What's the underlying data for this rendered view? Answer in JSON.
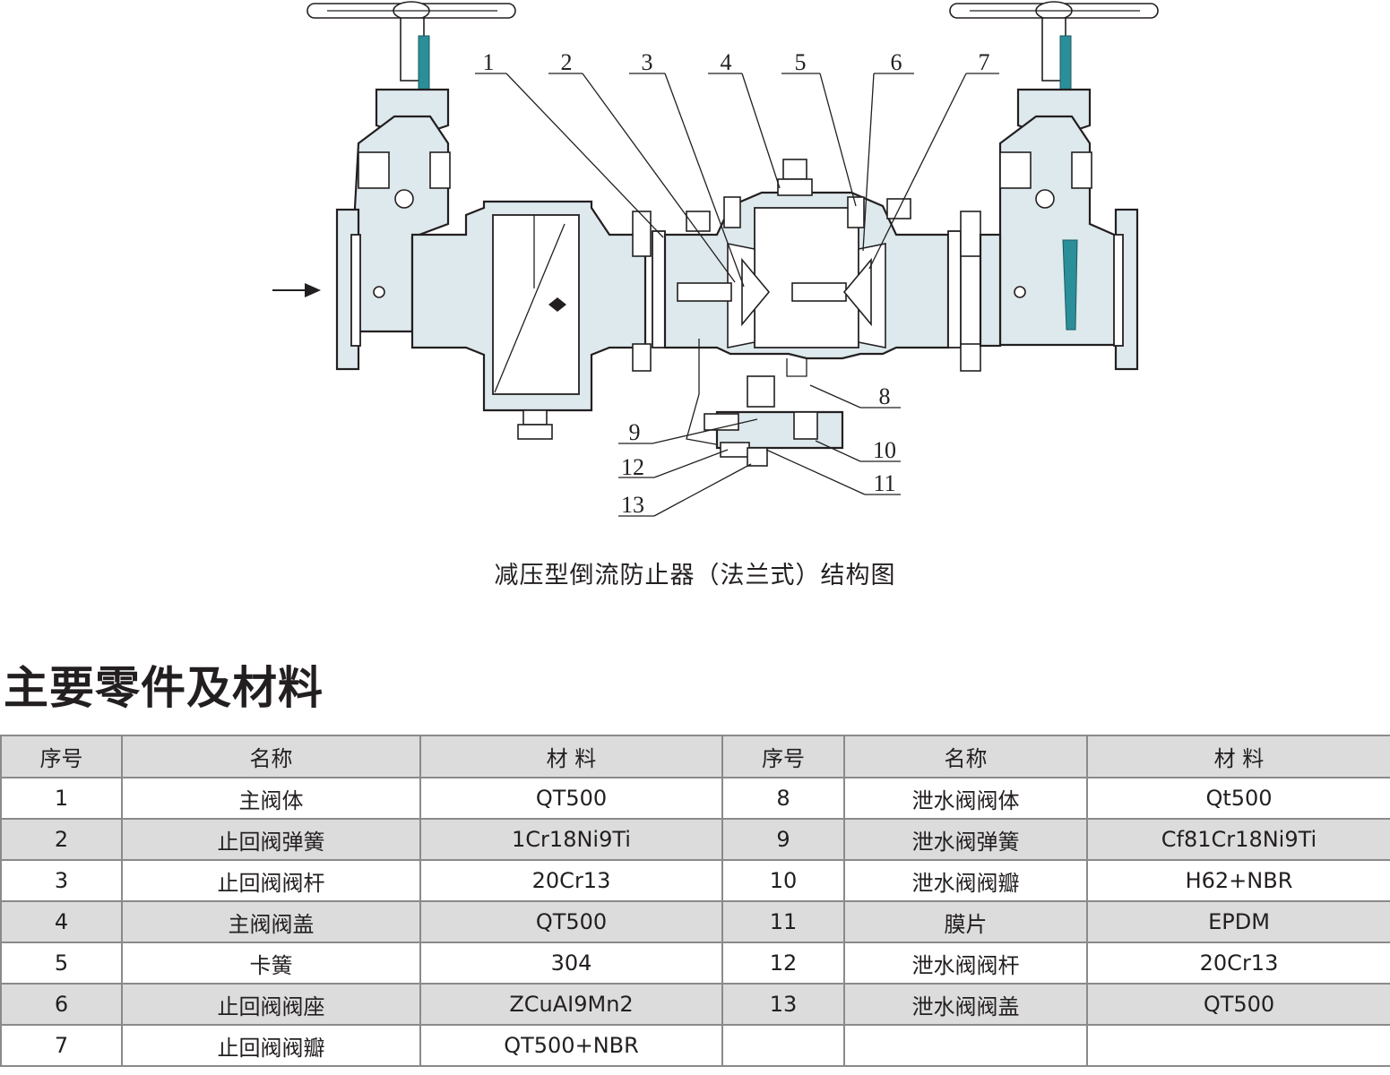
{
  "diagram": {
    "labels": [
      "1",
      "2",
      "3",
      "4",
      "5",
      "6",
      "7",
      "8",
      "9",
      "10",
      "11",
      "12",
      "13"
    ]
  },
  "caption": "减压型倒流防止器（法兰式）结构图",
  "heading": "主要零件及材料",
  "table": {
    "headers": [
      "序号",
      "名称",
      "材 料",
      "序号",
      "名称",
      "材 料"
    ],
    "rows": [
      [
        "1",
        "主阀体",
        "QT500",
        "8",
        "泄水阀阀体",
        "Qt500"
      ],
      [
        "2",
        "止回阀弹簧",
        "1Cr18Ni9Ti",
        "9",
        "泄水阀弹簧",
        "Cf81Cr18Ni9Ti"
      ],
      [
        "3",
        "止回阀阀杆",
        "20Cr13",
        "10",
        "泄水阀阀瓣",
        "H62+NBR"
      ],
      [
        "4",
        "主阀阀盖",
        "QT500",
        "11",
        "膜片",
        "EPDM"
      ],
      [
        "5",
        "卡簧",
        "304",
        "12",
        "泄水阀阀杆",
        "20Cr13"
      ],
      [
        "6",
        "止回阀阀座",
        "ZCuAI9Mn2",
        "13",
        "泄水阀阀盖",
        "QT500"
      ],
      [
        "7",
        "止回阀阀瓣",
        "QT500+NBR",
        "",
        "",
        ""
      ]
    ]
  },
  "colors": {
    "casting": "#dde9ec",
    "seal": "#2a8f99",
    "table_band": "#dcdcdc",
    "grid": "#8a8a8a"
  }
}
